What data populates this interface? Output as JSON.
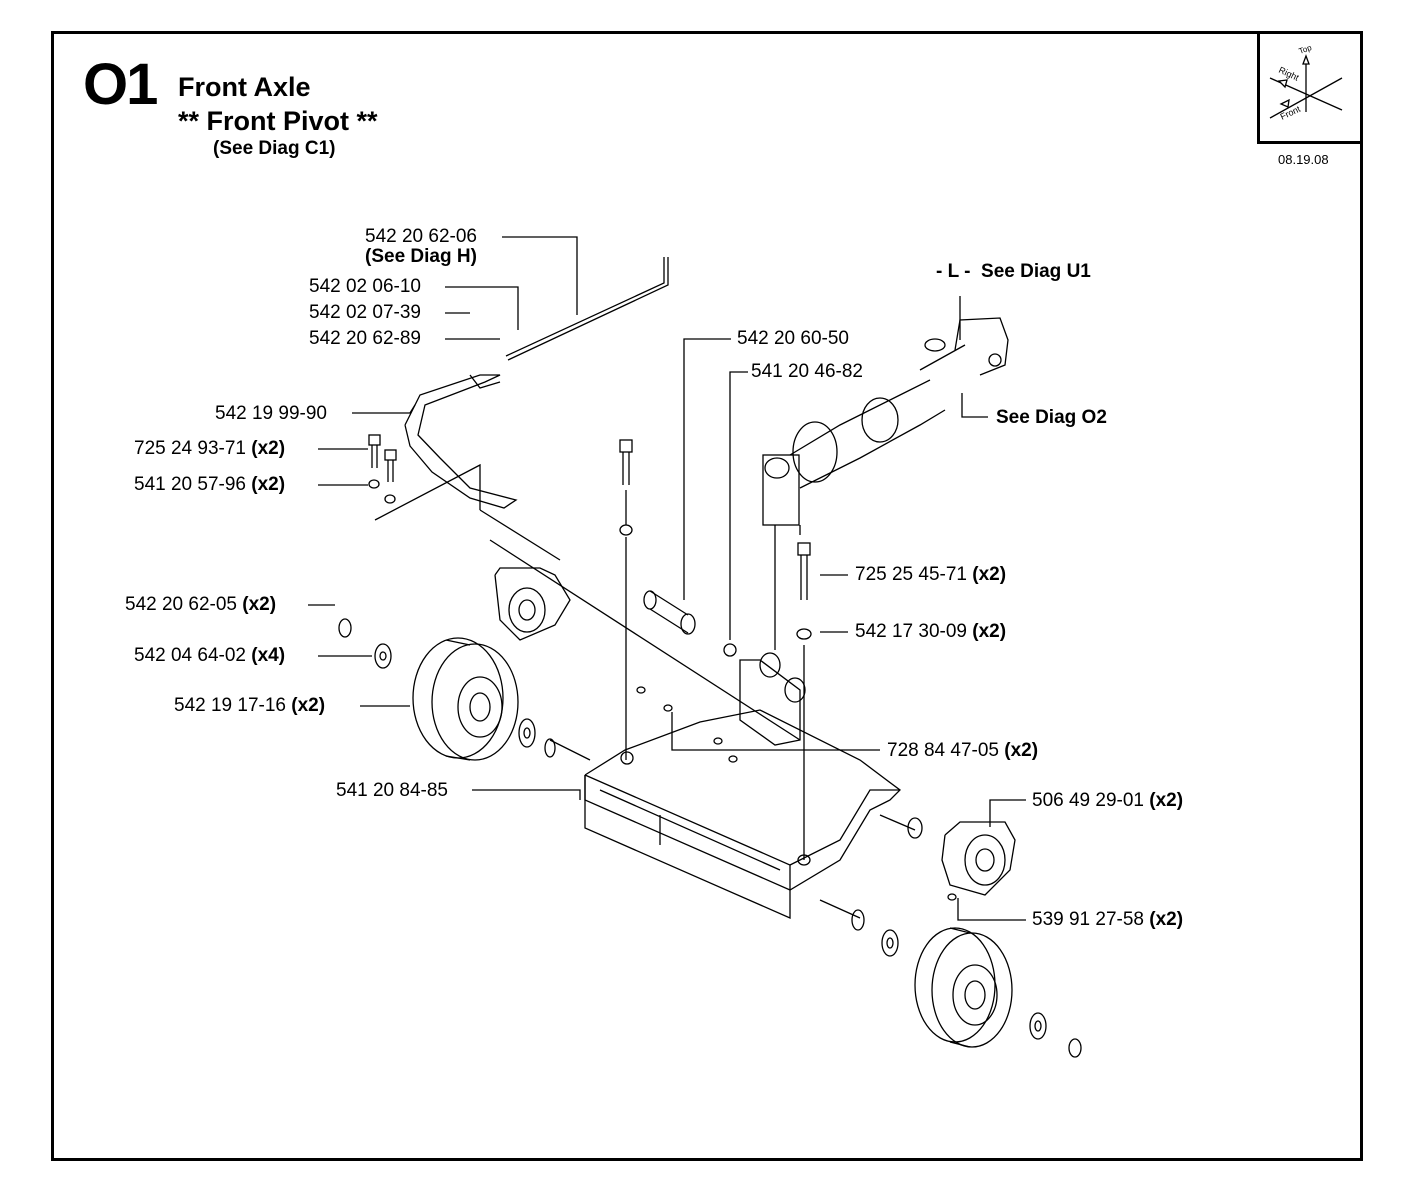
{
  "header": {
    "code": "O1",
    "title": "Front Axle",
    "subtitle": "** Front Pivot **",
    "see": "(See Diag C1)",
    "date": "08.19.08"
  },
  "orientation": {
    "top": "Top",
    "right": "Right",
    "front": "Front"
  },
  "labels": {
    "p1_num": "542 20 62-06",
    "p1_ref": "(See Diag H)",
    "p2": "542 02 06-10",
    "p3": "542 02 07-39",
    "p4": "542 20 62-89",
    "p5": "542 19 99-90",
    "p6_num": "725 24 93-71",
    "p6_qty": "(x2)",
    "p7_num": "541 20 57-96",
    "p7_qty": "(x2)",
    "p8_num": "542 20 62-05",
    "p8_qty": "(x2)",
    "p9_num": "542 04 64-02",
    "p9_qty": "(x4)",
    "p10_num": "542 19 17-16",
    "p10_qty": "(x2)",
    "p11": "541 20 84-85",
    "p12": "542 20 60-50",
    "p13": "541 20 46-82",
    "p14_num": "725 25 45-71",
    "p14_qty": "(x2)",
    "p15_num": "542 17 30-09",
    "p15_qty": "(x2)",
    "p16_num": "728 84 47-05",
    "p16_qty": "(x2)",
    "p17_num": "506 49 29-01",
    "p17_qty": "(x2)",
    "p18_num": "539 91 27-58",
    "p18_qty": "(x2)",
    "ref_l": "- L -  See Diag U1",
    "ref_o2": "See Diag O2"
  }
}
